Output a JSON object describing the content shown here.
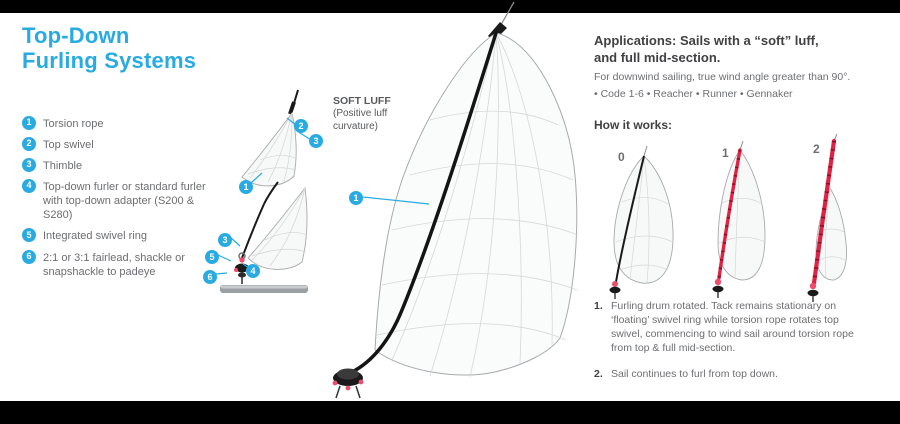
{
  "title": {
    "line1": "Top-Down",
    "line2": "Furling Systems"
  },
  "legend": {
    "items": [
      {
        "num": "1",
        "label": "Torsion rope"
      },
      {
        "num": "2",
        "label": "Top swivel"
      },
      {
        "num": "3",
        "label": "Thimble"
      },
      {
        "num": "4",
        "label": "Top-down furler or standard furler with top-down adapter (S200 & S280)"
      },
      {
        "num": "5",
        "label": "Integrated swivel ring"
      },
      {
        "num": "6",
        "label": "2:1 or 3:1 fairlead, shackle or snapshackle to padeye"
      }
    ]
  },
  "diagram": {
    "soft_luff": {
      "label": "SOFT LUFF",
      "sub_line1": "(Positive luff",
      "sub_line2": "curvature)"
    },
    "markers": {
      "detail_top_swivel": "2",
      "detail_thimble_top": "3",
      "detail_torsion_rope": "1",
      "detail_thimble_bottom": "3",
      "detail_swivel_ring": "5",
      "detail_furler": "4",
      "detail_fairlead": "6",
      "main_torsion_rope": "1"
    }
  },
  "applications": {
    "heading_line1": "Applications: Sails with a “soft” luff,",
    "heading_line2": "and full mid-section.",
    "body": "For downwind sailing, true wind angle greater than 90°.",
    "types": "• Code 1-6 • Reacher • Runner • Gennaker"
  },
  "how_it_works": {
    "heading": "How it works:",
    "stage_labels": [
      "0",
      "1",
      "2"
    ],
    "steps": [
      {
        "num": "1.",
        "text": "Furling drum rotated. Tack remains stationary on ‘floating’ swivel ring while torsion rope rotates top swivel, commencing to wind sail around torsion rope from top & full mid-section."
      },
      {
        "num": "2.",
        "text": "Sail continues to furl from top down."
      }
    ]
  },
  "colors": {
    "accent_cyan": "#29ABE2",
    "text_gray": "#6D6E71",
    "text_dark": "#414042",
    "furl_red": "#E02344",
    "sail_outline": "#A7A9AC"
  }
}
